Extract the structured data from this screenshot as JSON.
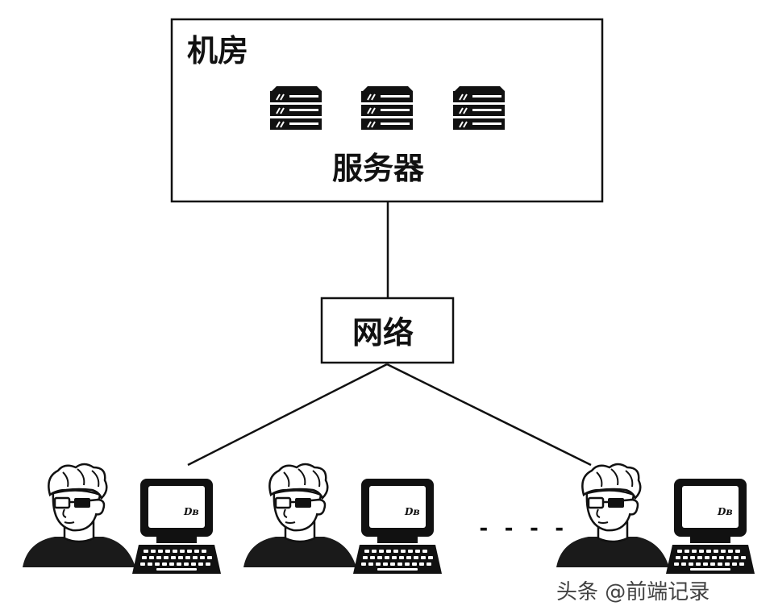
{
  "labels": {
    "machine_room": "机房",
    "servers": "服务器",
    "network": "网络",
    "ellipsis": "- - - -"
  },
  "watermark": {
    "text": "头条 @前端记录"
  },
  "colors": {
    "stroke": "#111111",
    "background": "#ffffff",
    "text": "#111111"
  },
  "icons": {
    "server": "server-rack-icon",
    "user": "user-with-glasses-icon",
    "computer": "retro-computer-icon"
  }
}
